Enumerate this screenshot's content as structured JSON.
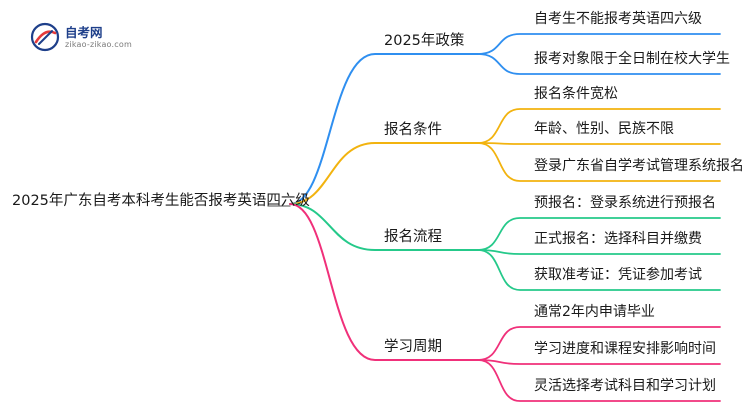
{
  "brand": {
    "name": "自考网",
    "url": "zikao-zikao.com"
  },
  "colors": {
    "branch_1": "#2f8ff0",
    "branch_2": "#f2b30f",
    "branch_3": "#25c98a",
    "branch_4": "#f0307a",
    "root_line": "#888888"
  },
  "mindmap": {
    "root": "2025年广东自考本科考生能否报考英语四六级",
    "branches": [
      {
        "label": "2025年政策",
        "children": [
          "自考生不能报考英语四六级",
          "报考对象限于全日制在校大学生"
        ]
      },
      {
        "label": "报名条件",
        "children": [
          "报名条件宽松",
          "年龄、性别、民族不限",
          "登录广东省自学考试管理系统报名"
        ]
      },
      {
        "label": "报名流程",
        "children": [
          "预报名：登录系统进行预报名",
          "正式报名：选择科目并缴费",
          "获取准考证：凭证参加考试"
        ]
      },
      {
        "label": "学习周期",
        "children": [
          "通常2年内申请毕业",
          "学习进度和课程安排影响时间",
          "灵活选择考试科目和学习计划"
        ]
      }
    ]
  }
}
